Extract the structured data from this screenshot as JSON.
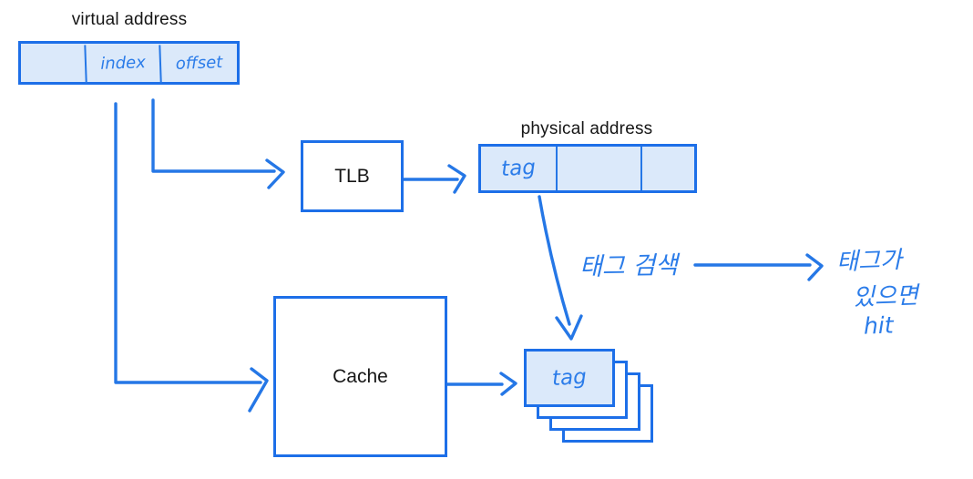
{
  "colors": {
    "background": "#ffffff",
    "box_border_blue": "#1d6fe8",
    "box_fill_light_blue": "#dbe9fa",
    "ink_blue": "#2b7ce9",
    "label_black": "#161616"
  },
  "virtual_address": {
    "label": "virtual address",
    "segments": [
      "",
      "index",
      "offset"
    ]
  },
  "tlb": {
    "label": "TLB"
  },
  "physical_address": {
    "label": "physical address",
    "segments": [
      "tag",
      "",
      ""
    ]
  },
  "cache": {
    "label": "Cache"
  },
  "tag_stack": {
    "front_label": "tag",
    "card_count": 4
  },
  "annotations": {
    "tag_search": "태그 검색",
    "result_line1": "태그가",
    "result_line2": "있으면",
    "result_line3": "hit"
  }
}
